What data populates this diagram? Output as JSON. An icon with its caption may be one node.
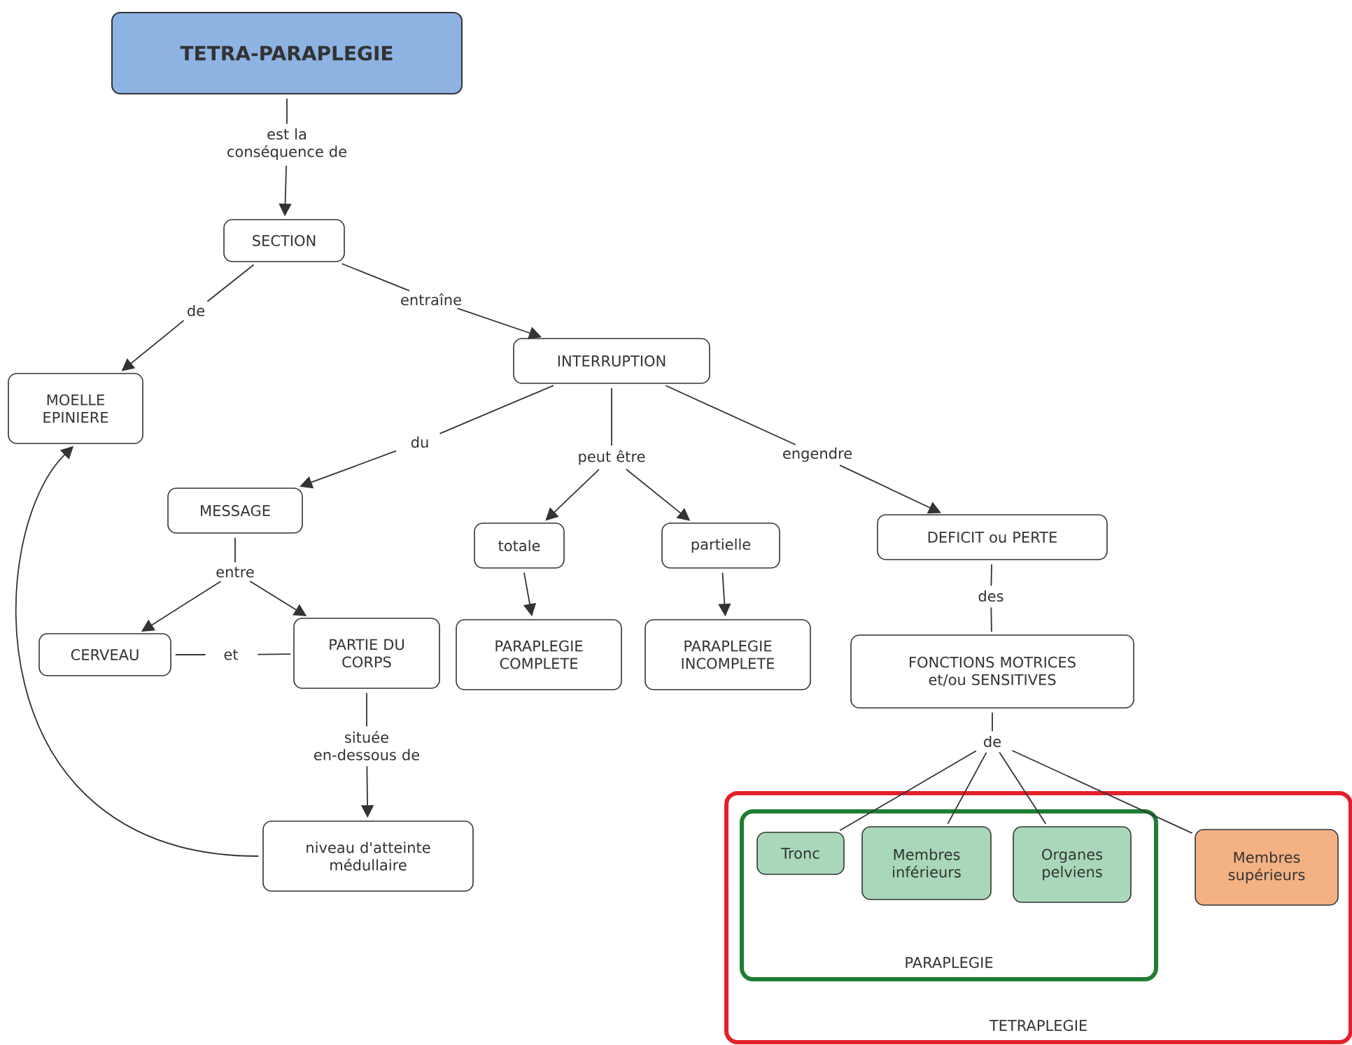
{
  "diagram": {
    "nodes": [
      {
        "text": [
          "TETRA-PARAPLEGIE"
        ]
      },
      {
        "text": [
          "est la conséquence de"
        ]
      },
      {
        "text": [
          "SECTION"
        ]
      },
      {
        "text": [
          "de"
        ]
      },
      {
        "text": [
          "entraîne"
        ]
      },
      {
        "text": [
          "MOELLE EPINIERE"
        ]
      },
      {
        "text": [
          "INTERRUPTION"
        ]
      },
      {
        "text": [
          "du"
        ]
      },
      {
        "text": [
          "peut être"
        ]
      },
      {
        "text": [
          "engendre"
        ]
      },
      {
        "text": [
          "MESSAGE"
        ]
      },
      {
        "text": [
          "totale"
        ]
      },
      {
        "text": [
          "partielle"
        ]
      },
      {
        "text": [
          "DEFICIT ou PERTE"
        ]
      },
      {
        "text": [
          "entre"
        ]
      },
      {
        "text": [
          "des"
        ]
      },
      {
        "text": [
          "CERVEAU"
        ]
      },
      {
        "text": [
          "et"
        ]
      },
      {
        "text": [
          "PARTIE DU CORPS"
        ]
      },
      {
        "text": [
          "PARAPLEGIE COMPLETE"
        ]
      },
      {
        "text": [
          "PARAPLEGIE INCOMPLETE"
        ]
      },
      {
        "text": [
          "FONCTIONS MOTRICES et/ou SENSITIVES"
        ]
      },
      {
        "text": [
          "située en-dessous de"
        ]
      },
      {
        "text": [
          "de"
        ]
      },
      {
        "text": [
          "niveau d'atteinte médullaire"
        ]
      },
      {
        "text": [
          "TETRAPLEGIE"
        ]
      },
      {
        "text": [
          "PARAPLEGIE"
        ],
        "in": 25
      },
      {
        "text": [
          "Tronc"
        ],
        "in": 26
      },
      {
        "text": [
          "Membres inférieurs"
        ],
        "in": 26
      },
      {
        "text": [
          "Organes pelviens"
        ],
        "in": 26
      },
      {
        "text": [
          "Membres supérieurs"
        ],
        "in": 25
      }
    ],
    "edges": [
      {
        "from": 0,
        "to": 1,
        "arrow": "none"
      },
      {
        "from": 1,
        "to": 2,
        "arrow": "to"
      },
      {
        "from": 2,
        "to": 3,
        "arrow": "none"
      },
      {
        "from": 3,
        "to": 5,
        "arrow": "to"
      },
      {
        "from": 2,
        "to": 4,
        "arrow": "none"
      },
      {
        "from": 4,
        "to": 6,
        "arrow": "to"
      },
      {
        "from": 6,
        "to": 7,
        "arrow": "none"
      },
      {
        "from": 7,
        "to": 10,
        "arrow": "to"
      },
      {
        "from": 6,
        "to": 8,
        "arrow": "none"
      },
      {
        "from": 8,
        "to": 11,
        "arrow": "to"
      },
      {
        "from": 8,
        "to": 12,
        "arrow": "to"
      },
      {
        "from": 6,
        "to": 9,
        "arrow": "none"
      },
      {
        "from": 9,
        "to": 13,
        "arrow": "to"
      },
      {
        "from": 10,
        "to": 14,
        "arrow": "none"
      },
      {
        "from": 14,
        "to": 16,
        "arrow": "to"
      },
      {
        "from": 14,
        "to": 18,
        "arrow": "to"
      },
      {
        "from": 16,
        "to": 17,
        "arrow": "none"
      },
      {
        "from": 17,
        "to": 18,
        "arrow": "none"
      },
      {
        "from": 11,
        "to": 19,
        "arrow": "to"
      },
      {
        "from": 12,
        "to": 20,
        "arrow": "to"
      },
      {
        "from": 13,
        "to": 15,
        "arrow": "none"
      },
      {
        "from": 15,
        "to": 21,
        "arrow": "none"
      },
      {
        "from": 18,
        "to": 22,
        "arrow": "none"
      },
      {
        "from": 22,
        "to": 24,
        "arrow": "to"
      },
      {
        "from": 24,
        "to": 5,
        "arrow": "to"
      },
      {
        "from": 21,
        "to": 23,
        "arrow": "none"
      },
      {
        "from": 23,
        "to": 27,
        "arrow": "none"
      },
      {
        "from": 23,
        "to": 28,
        "arrow": "none"
      },
      {
        "from": 23,
        "to": 29,
        "arrow": "none"
      },
      {
        "from": 23,
        "to": 30,
        "arrow": "none"
      }
    ]
  }
}
